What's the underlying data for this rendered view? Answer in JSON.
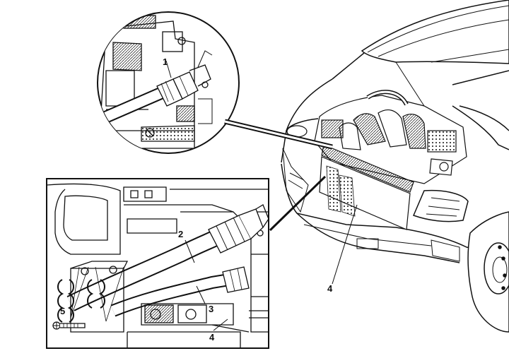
{
  "callouts": {
    "c1": "1",
    "c2": "2",
    "c3": "3",
    "c4_inset": "4",
    "c4_main": "4",
    "c5": "5"
  },
  "colors": {
    "ink": "#111111",
    "paper": "#ffffff",
    "shade": "#cfcfcf"
  }
}
